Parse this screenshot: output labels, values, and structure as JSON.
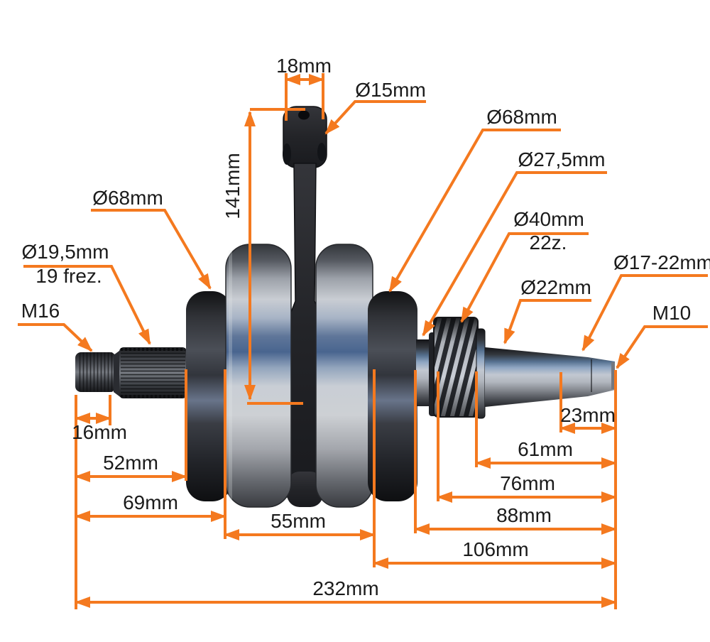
{
  "diagram": {
    "part": "crankshaft-with-connecting-rod",
    "colors": {
      "dimension_lines": "#F4791F",
      "text": "#1B1B1B",
      "background": "#FFFFFF"
    },
    "callouts": {
      "pin_bore": "Ø15mm",
      "web_right": "Ø68mm",
      "journal": "Ø27,5mm",
      "gear": "Ø40mm",
      "gear_teeth": "22z.",
      "taper": "Ø17-22mm",
      "shaft": "Ø22mm",
      "thread_right": "M10",
      "web_left": "Ø68mm",
      "spline": "Ø19,5mm",
      "spline_count": "19 frez.",
      "thread_left": "M16"
    },
    "dimensions": {
      "small_end_width": "18mm",
      "rod_length": "141mm",
      "thread_length": "16mm",
      "spline_length": "52mm",
      "left_end_length": "69mm",
      "web_width": "55mm",
      "tip_length": "23mm",
      "shaft_length_61": "61mm",
      "shaft_length_76": "76mm",
      "shaft_length_88": "88mm",
      "right_end_length": "106mm",
      "total_length": "232mm"
    }
  }
}
